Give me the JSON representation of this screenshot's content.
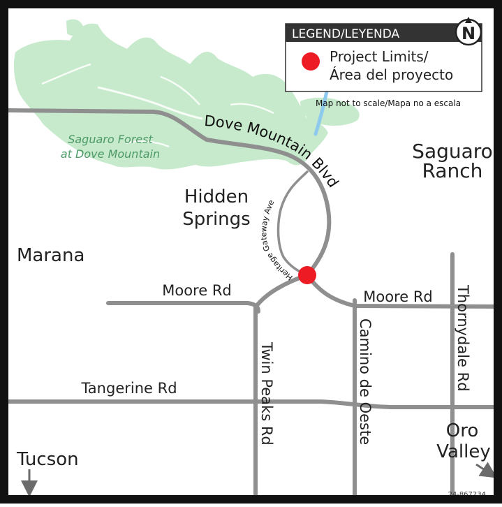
{
  "legend": {
    "title": "LEGEND/LEYENDA",
    "item_line1": "Project Limits/",
    "item_line2": "Área del proyecto",
    "marker_color": "#ed1c24",
    "north_letter": "N"
  },
  "scale_note": "Map not to scale/Mapa no a escala",
  "areas": {
    "forest_line1": "Saguaro Forest",
    "forest_line2": "at Dove Mountain",
    "hidden_line1": "Hidden",
    "hidden_line2": "Springs",
    "ranch_line1": "Saguaro",
    "ranch_line2": "Ranch",
    "marana": "Marana",
    "tucson": "Tucson",
    "oro_line1": "Oro",
    "oro_line2": "Valley"
  },
  "roads": {
    "dove_mountain": "Dove Mountain Blvd",
    "heritage_gateway": "Heritage Gateway Ave",
    "moore_west": "Moore Rd",
    "moore_east": "Moore Rd",
    "tangerine": "Tangerine Rd",
    "twin_peaks": "Twin Peaks Rd",
    "camino_de_oeste": "Camino de Oeste",
    "thornydale": "Thornydale Rd"
  },
  "map_id": "24-867234",
  "colors": {
    "forest_fill": "#c6eacb",
    "water": "#8ec9ee",
    "road": "#8f8f8f",
    "forest_text": "#4d9a66",
    "border": "#111111"
  }
}
